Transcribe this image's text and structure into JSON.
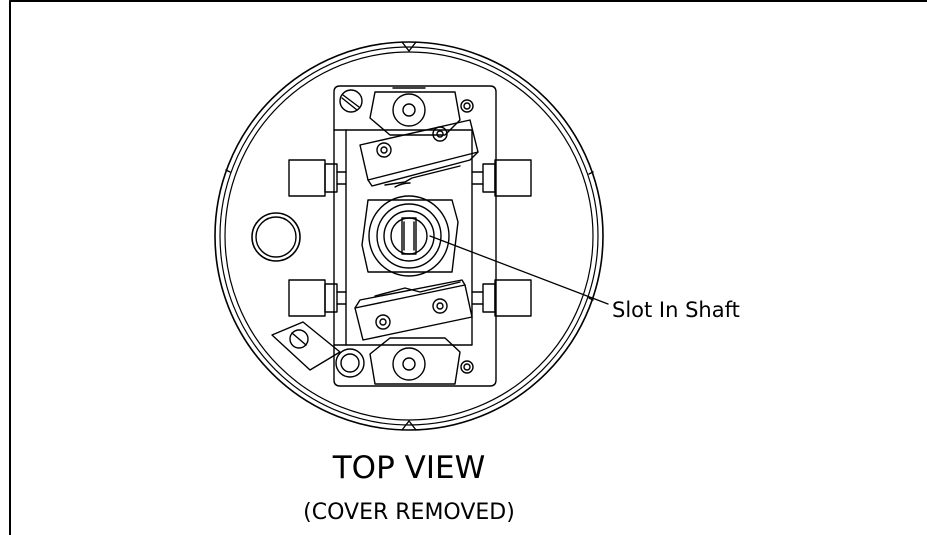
{
  "callout": {
    "label": "Slot In Shaft"
  },
  "title": {
    "main": "TOP VIEW",
    "sub": "(COVER REMOVED)"
  }
}
